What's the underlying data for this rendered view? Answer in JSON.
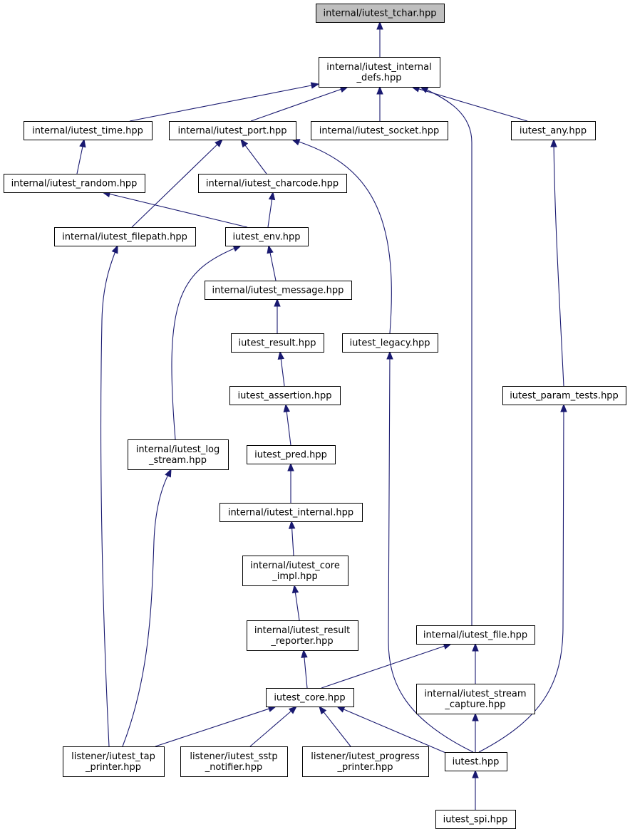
{
  "diagram": {
    "nodes": [
      {
        "id": "tchar",
        "lines": [
          "internal/iutest_tchar.hpp"
        ],
        "focus": true
      },
      {
        "id": "internal_defs",
        "lines": [
          "internal/iutest_internal",
          "_defs.hpp"
        ]
      },
      {
        "id": "time",
        "lines": [
          "internal/iutest_time.hpp"
        ]
      },
      {
        "id": "port",
        "lines": [
          "internal/iutest_port.hpp"
        ]
      },
      {
        "id": "socket",
        "lines": [
          "internal/iutest_socket.hpp"
        ]
      },
      {
        "id": "any",
        "lines": [
          "iutest_any.hpp"
        ]
      },
      {
        "id": "random",
        "lines": [
          "internal/iutest_random.hpp"
        ]
      },
      {
        "id": "charcode",
        "lines": [
          "internal/iutest_charcode.hpp"
        ]
      },
      {
        "id": "filepath",
        "lines": [
          "internal/iutest_filepath.hpp"
        ]
      },
      {
        "id": "env",
        "lines": [
          "iutest_env.hpp"
        ]
      },
      {
        "id": "message",
        "lines": [
          "internal/iutest_message.hpp"
        ]
      },
      {
        "id": "result",
        "lines": [
          "iutest_result.hpp"
        ]
      },
      {
        "id": "legacy",
        "lines": [
          "iutest_legacy.hpp"
        ]
      },
      {
        "id": "assertion",
        "lines": [
          "iutest_assertion.hpp"
        ]
      },
      {
        "id": "param_tests",
        "lines": [
          "iutest_param_tests.hpp"
        ]
      },
      {
        "id": "log_stream",
        "lines": [
          "internal/iutest_log",
          "_stream.hpp"
        ]
      },
      {
        "id": "pred",
        "lines": [
          "iutest_pred.hpp"
        ]
      },
      {
        "id": "internal",
        "lines": [
          "internal/iutest_internal.hpp"
        ]
      },
      {
        "id": "core_impl",
        "lines": [
          "internal/iutest_core",
          "_impl.hpp"
        ]
      },
      {
        "id": "result_reporter",
        "lines": [
          "internal/iutest_result",
          "_reporter.hpp"
        ]
      },
      {
        "id": "file",
        "lines": [
          "internal/iutest_file.hpp"
        ]
      },
      {
        "id": "stream_capture",
        "lines": [
          "internal/iutest_stream",
          "_capture.hpp"
        ]
      },
      {
        "id": "core",
        "lines": [
          "iutest_core.hpp"
        ]
      },
      {
        "id": "tap_printer",
        "lines": [
          "listener/iutest_tap",
          "_printer.hpp"
        ]
      },
      {
        "id": "sstp_notifier",
        "lines": [
          "listener/iutest_sstp",
          "_notifier.hpp"
        ]
      },
      {
        "id": "progress_printer",
        "lines": [
          "listener/iutest_progress",
          "_printer.hpp"
        ]
      },
      {
        "id": "iutest",
        "lines": [
          "iutest.hpp"
        ]
      },
      {
        "id": "spi",
        "lines": [
          "iutest_spi.hpp"
        ]
      }
    ],
    "edges": [
      {
        "from": "internal_defs",
        "to": "tchar"
      },
      {
        "from": "time",
        "to": "internal_defs"
      },
      {
        "from": "port",
        "to": "internal_defs"
      },
      {
        "from": "socket",
        "to": "internal_defs"
      },
      {
        "from": "any",
        "to": "internal_defs"
      },
      {
        "from": "file",
        "to": "internal_defs"
      },
      {
        "from": "random",
        "to": "time"
      },
      {
        "from": "charcode",
        "to": "port"
      },
      {
        "from": "filepath",
        "to": "port"
      },
      {
        "from": "legacy",
        "to": "port"
      },
      {
        "from": "env",
        "to": "random"
      },
      {
        "from": "env",
        "to": "charcode"
      },
      {
        "from": "message",
        "to": "env"
      },
      {
        "from": "log_stream",
        "to": "env"
      },
      {
        "from": "result",
        "to": "message"
      },
      {
        "from": "assertion",
        "to": "result"
      },
      {
        "from": "pred",
        "to": "assertion"
      },
      {
        "from": "internal",
        "to": "pred"
      },
      {
        "from": "core_impl",
        "to": "internal"
      },
      {
        "from": "result_reporter",
        "to": "core_impl"
      },
      {
        "from": "core",
        "to": "result_reporter"
      },
      {
        "from": "core",
        "to": "file"
      },
      {
        "from": "stream_capture",
        "to": "file"
      },
      {
        "from": "param_tests",
        "to": "any"
      },
      {
        "from": "tap_printer",
        "to": "filepath"
      },
      {
        "from": "tap_printer",
        "to": "log_stream"
      },
      {
        "from": "tap_printer",
        "to": "core"
      },
      {
        "from": "sstp_notifier",
        "to": "core"
      },
      {
        "from": "progress_printer",
        "to": "core"
      },
      {
        "from": "iutest",
        "to": "core"
      },
      {
        "from": "iutest",
        "to": "legacy"
      },
      {
        "from": "iutest",
        "to": "stream_capture"
      },
      {
        "from": "iutest",
        "to": "param_tests"
      },
      {
        "from": "spi",
        "to": "iutest"
      }
    ]
  }
}
